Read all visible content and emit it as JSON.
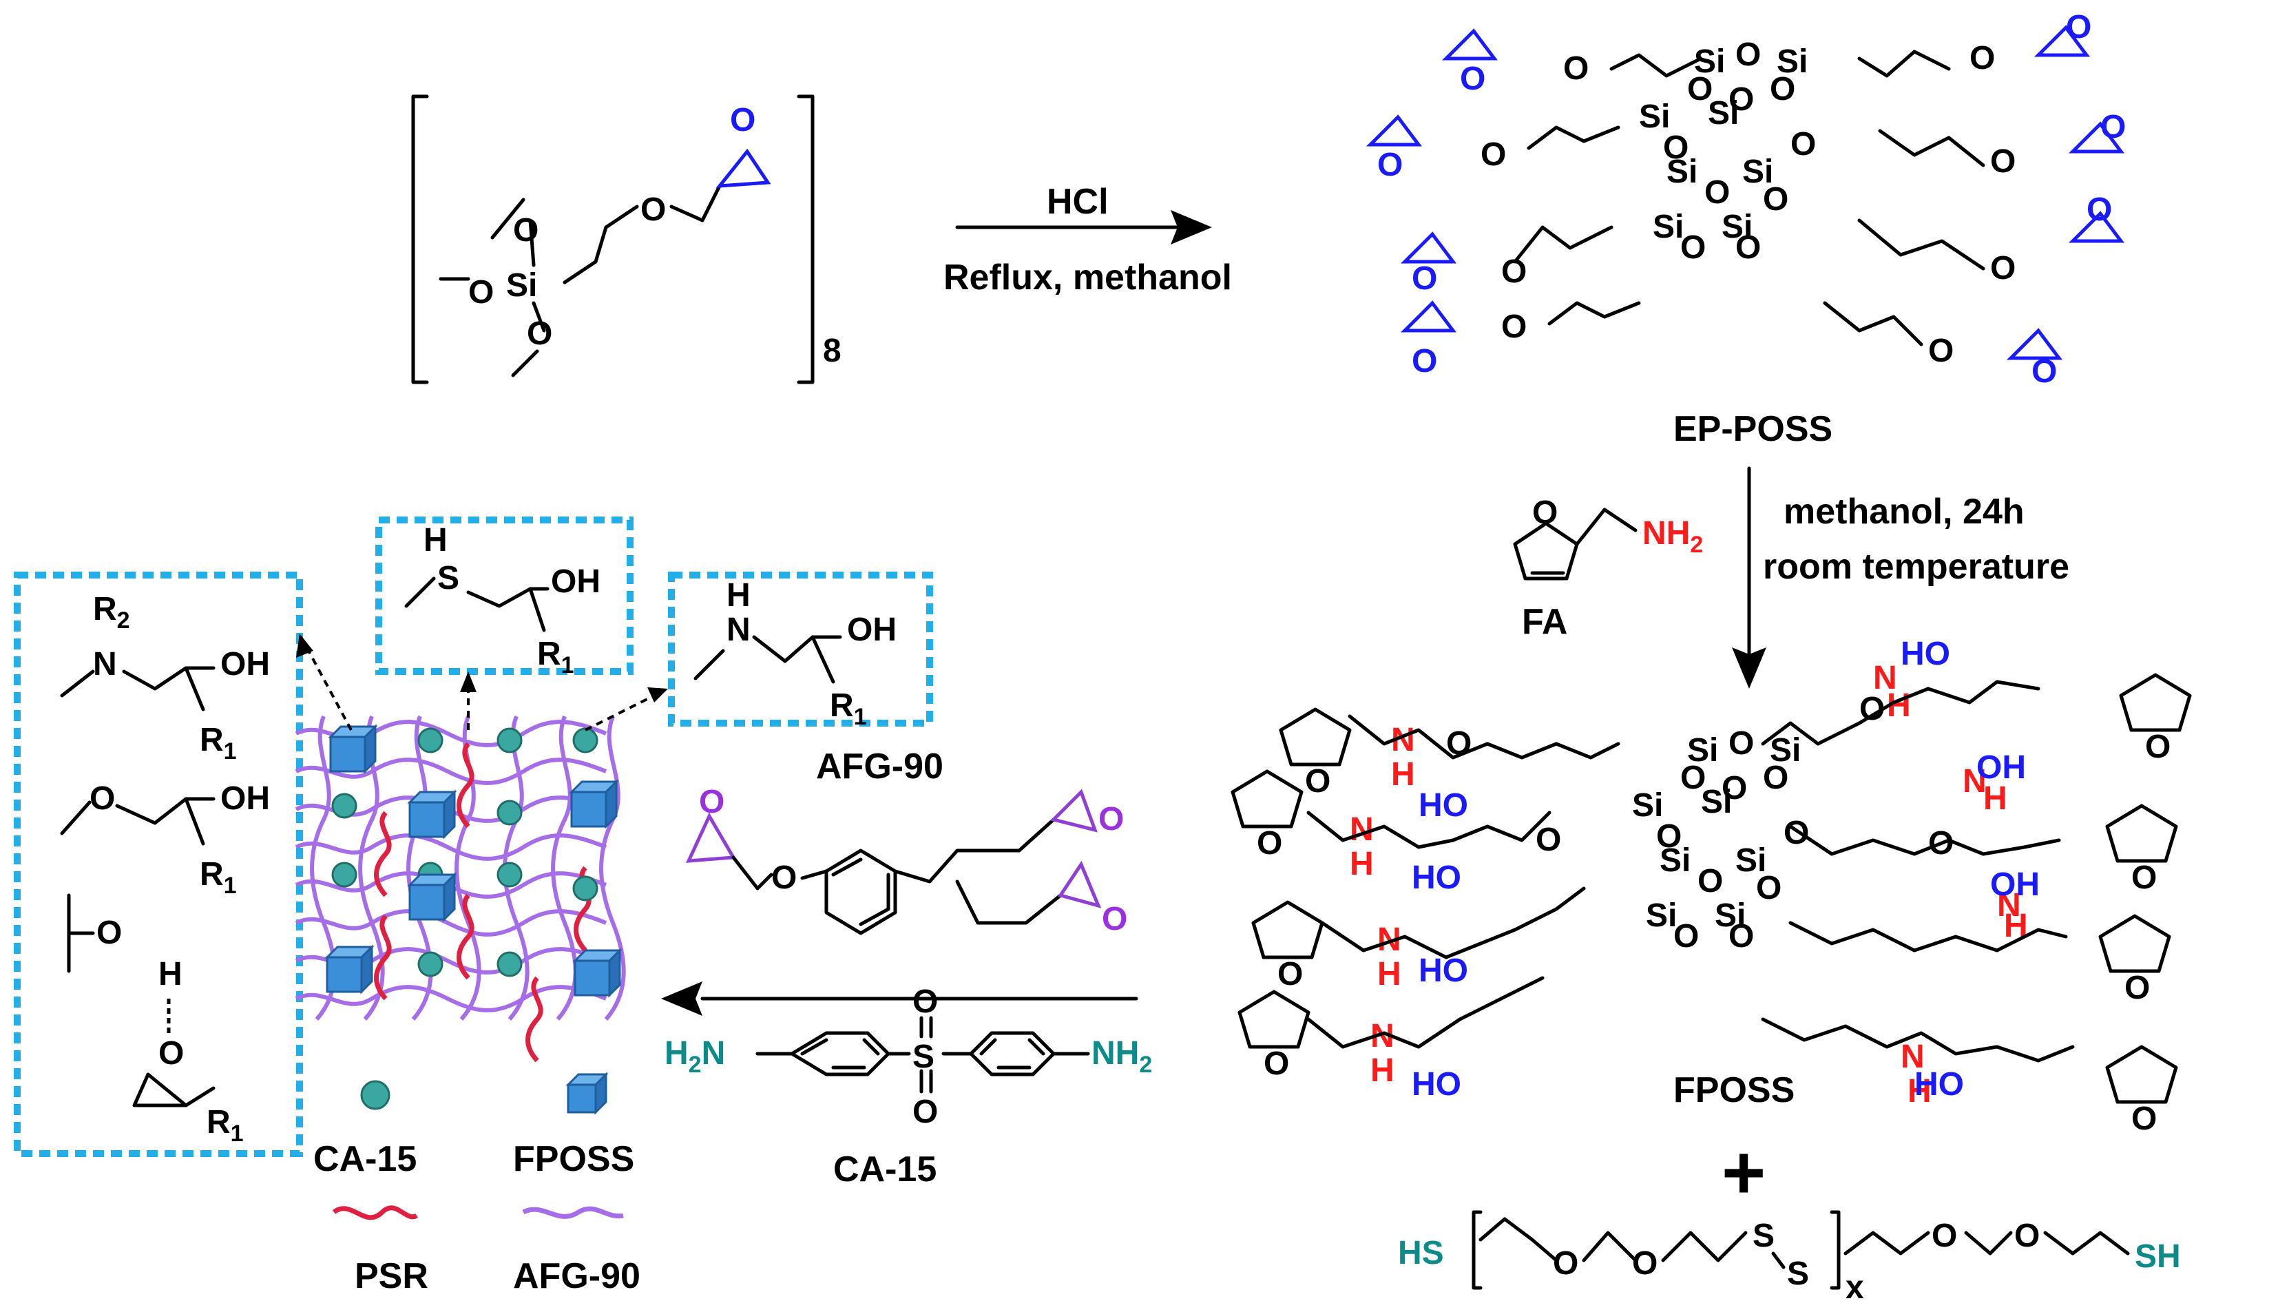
{
  "monomer": {
    "atoms": {
      "o1": "O",
      "o2": "O",
      "o3": "O",
      "si": "Si",
      "o_ether": "O",
      "o_epoxide": "O"
    },
    "subscript": "8"
  },
  "step1": {
    "reagent": "HCl",
    "conditions": "Reflux, methanol"
  },
  "ep_poss": {
    "label": "EP-POSS"
  },
  "step2": {
    "reagent_label": "FA",
    "reagent_group": "NH",
    "reagent_group_sub": "2",
    "conditions_1": "methanol, 24h",
    "conditions_2": "room temperature"
  },
  "fposs": {
    "label": "FPOSS",
    "si": "Si",
    "o": "O",
    "oh": "OH",
    "ho": "HO",
    "nh": "NH",
    "h": "H",
    "n": "N"
  },
  "plus_sign": "+",
  "psr": {
    "hs": "HS",
    "sh": "SH",
    "s": "S",
    "o": "O",
    "x": "x"
  },
  "afg90": {
    "label": "AFG-90",
    "o": "O"
  },
  "ca15": {
    "label": "CA-15",
    "h2n": "H",
    "h2n_sub": "2",
    "h2n_n": "N",
    "nh2": "NH",
    "nh2_sub": "2",
    "s": "S",
    "o": "O"
  },
  "bonds_panel": {
    "amine_tertiary": {
      "r2": "R",
      "r2_sub": "2",
      "n": "N",
      "oh": "OH",
      "r1": "R",
      "r1_sub": "1"
    },
    "ether": {
      "o": "O",
      "oh": "OH",
      "r1": "R",
      "r1_sub": "1"
    },
    "hbond": {
      "o": "O",
      "h": "H",
      "o2": "O",
      "r1": "R",
      "r1_sub": "1"
    }
  },
  "thioether_box": {
    "h": "H",
    "s": "S",
    "oh": "OH",
    "r1": "R",
    "r1_sub": "1"
  },
  "amine_box": {
    "h": "H",
    "n": "N",
    "oh": "OH",
    "r1": "R",
    "r1_sub": "1"
  },
  "legend": {
    "ca15": "CA-15",
    "fposs": "FPOSS",
    "psr": "PSR",
    "afg90": "AFG-90"
  },
  "colors": {
    "epoxide": "#1a1aff",
    "amine": "#ff1a1a",
    "hydroxyl": "#1a1aff",
    "thiol_amine_teal": "#0d8b8b",
    "afg90_purple": "#9b30e0",
    "box_dashed": "#22aee8",
    "psr_chain": "#e02040",
    "ca15_sphere": "#3aa8a0",
    "fposs_cube": "#3a8fd8"
  }
}
